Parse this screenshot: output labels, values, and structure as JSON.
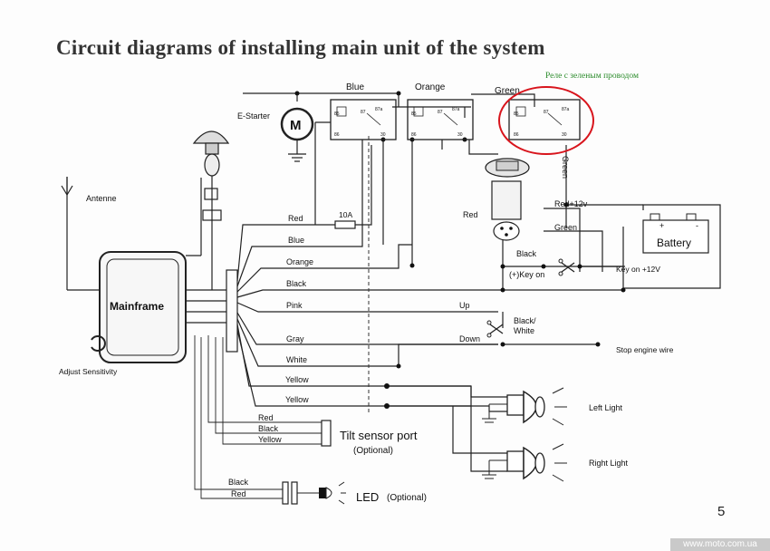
{
  "title": "Circuit diagrams of installing main unit of the system",
  "note_ru": "Реле с зеленым проводом",
  "page_number": "5",
  "footer_url": "www.moto.com.ua",
  "highlight_color": "#d8141c",
  "note_color": "#2c8c2c",
  "components": {
    "mainframe": "Mainframe",
    "antenne": "Antenne",
    "adjust_sensitivity": "Adjust Sensitivity",
    "estarter": "E-Starter",
    "motor": "M",
    "battery": "Battery",
    "battery_plus": "+",
    "battery_minus": "-",
    "fuse": "10A",
    "tilt_sensor": "Tilt sensor port",
    "tilt_optional": "(Optional)",
    "led": "LED",
    "led_optional": "(Optional)",
    "left_light": "Left Light",
    "right_light": "Right Light"
  },
  "relays": [
    {
      "color": "Blue",
      "pins": [
        "85",
        "87",
        "87a",
        "86",
        "30"
      ]
    },
    {
      "color": "Orange",
      "pins": [
        "85",
        "87",
        "87a",
        "86",
        "30"
      ]
    },
    {
      "color": "Green",
      "pins": [
        "85",
        "87",
        "87a",
        "86",
        "30"
      ]
    }
  ],
  "wires": [
    "Red",
    "Blue",
    "Orange",
    "Black",
    "Pink",
    "Gray",
    "White",
    "Yellow",
    "Yellow"
  ],
  "right_labels": {
    "green_vertical": "Green",
    "red12": "Red+12v",
    "red": "Red",
    "green": "Green",
    "black": "Black",
    "key_on": "(+)Key on",
    "key_on_12": "Key on +12V",
    "up": "Up",
    "down": "Down",
    "black_white_1": "Black/",
    "black_white_2": "White",
    "stop_engine": "Stop engine wire"
  },
  "tilt_wires": [
    "Red",
    "Black",
    "Yellow"
  ],
  "led_wires": [
    "Black",
    "Red"
  ]
}
